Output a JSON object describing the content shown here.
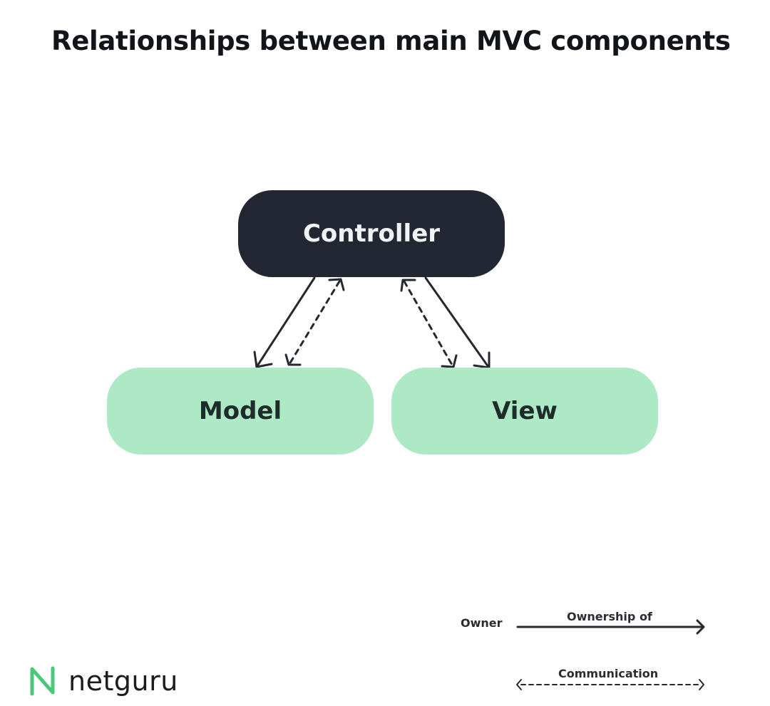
{
  "title": "Relationships between main MVC components",
  "nodes": {
    "controller": "Controller",
    "model": "Model",
    "view": "View"
  },
  "colors": {
    "controller_fill": "#232734",
    "component_fill": "#aee9c6",
    "logo_green": "#4cc77a",
    "line": "#25282d"
  },
  "edges": [
    {
      "from": "Controller",
      "to": "Model",
      "type": "ownership"
    },
    {
      "from": "Controller",
      "to": "Model",
      "type": "communication",
      "bidirectional": true
    },
    {
      "from": "Controller",
      "to": "View",
      "type": "ownership"
    },
    {
      "from": "Controller",
      "to": "View",
      "type": "communication",
      "bidirectional": true
    }
  ],
  "legend": {
    "owner_label": "Owner",
    "ownership_label": "Ownership of",
    "communication_label": "Communication"
  },
  "brand": {
    "name": "netguru"
  }
}
